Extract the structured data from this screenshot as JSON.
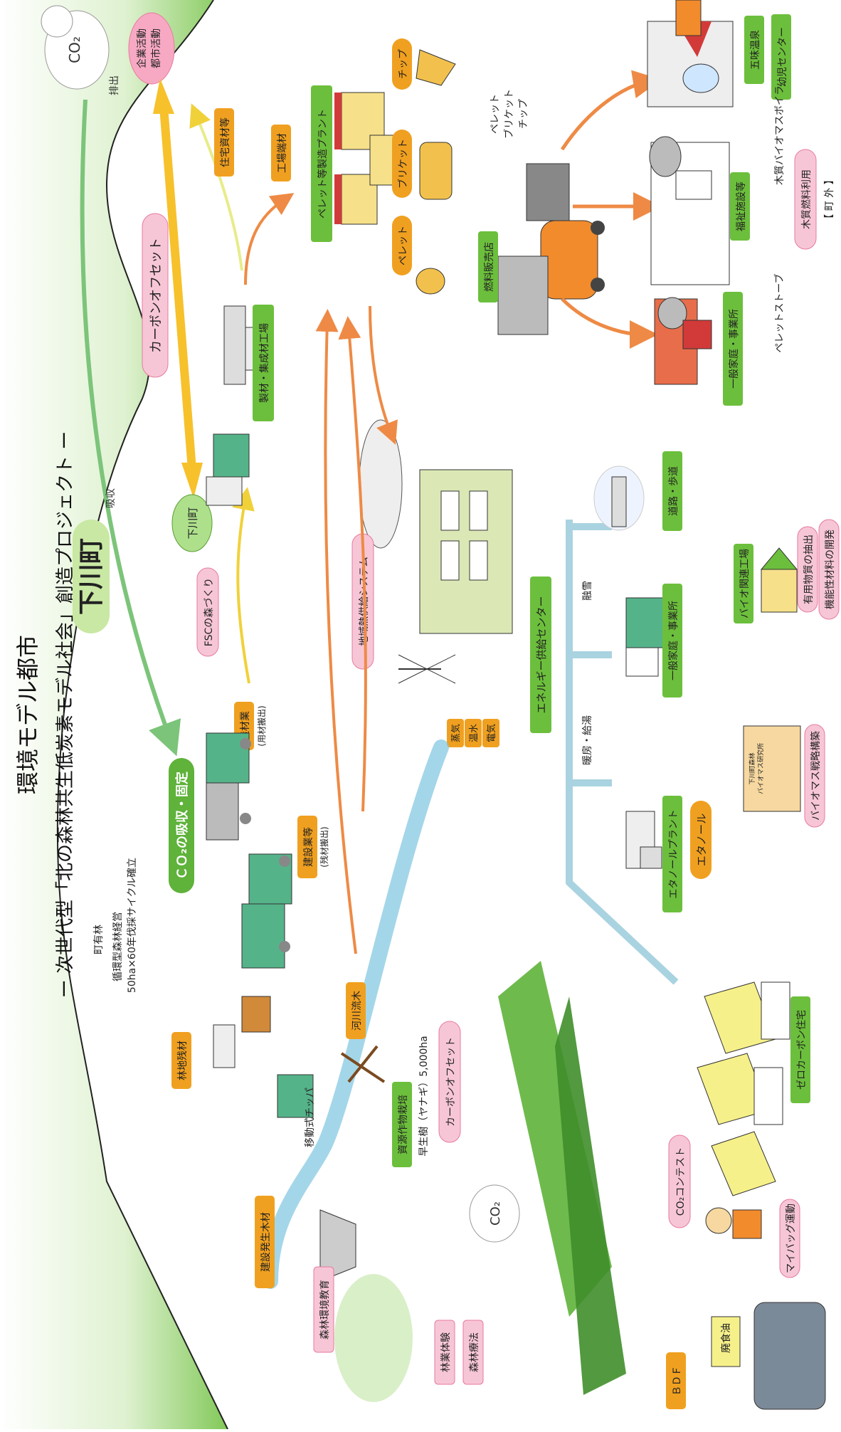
{
  "title": {
    "line1": "環境モデル都市",
    "line2": "ー 次世代型「北の森林共生低炭素モデル社会」創造プロジェクト ー",
    "town": "下川町"
  },
  "colors": {
    "hill": "#8ccf6a",
    "hill_light": "#e9f6df",
    "green_label": "#6cbf3c",
    "orange_label": "#f0a020",
    "pink_label": "#f7c6d6",
    "pink_border": "#e77aa0",
    "arrow_orange": "#ee8a45",
    "arrow_yellow": "#f6c12b",
    "pipe": "#a9d3e0"
  },
  "emission": {
    "co2": "CO₂",
    "emit": "排出",
    "source": [
      "企業活動",
      "都市活動"
    ]
  },
  "absorption": {
    "label": "吸収",
    "co2_fix": "ＣＯ₂の吸収・固定",
    "town_node": "下川町"
  },
  "carbon_offset_top": "カーボンオフセット",
  "forest": {
    "title": "町有林",
    "line1": "循環型森林経営",
    "line2": "50ha×60年伐採サイクル確立",
    "fsc": "FSCの森づくり",
    "timber": "造材業",
    "timber_sub": "(用材搬出)",
    "construction": "建設業等",
    "construction_sub": "(残材搬出)"
  },
  "materials": {
    "housing": "住宅資材等",
    "sawmill": "製材・集成材工場",
    "factory_scrap": "工場端材",
    "forest_residue": "林地残材",
    "mobile_chipper": "移動式チッパ",
    "river_wood": "河川流木",
    "construction_waste": "建設発生木材"
  },
  "pellet": {
    "plant": "ペレット等製造プラント",
    "products": [
      "ペレット",
      "ブリケット",
      "チップ"
    ],
    "truck_text": [
      "ペレット",
      "ブリケット",
      "チップ"
    ],
    "shop": "燃料販売店"
  },
  "destinations": {
    "spa": "五味温泉",
    "kindergarten": "幼児センター",
    "welfare": "福祉施設等",
    "household": "一般家庭・事業所",
    "stove": "ペレットストーブ",
    "boiler": "木質バイオマスボイラ",
    "wood_fuel": "木質燃料利用",
    "outside": "【 町 外 】"
  },
  "energy": {
    "district_heating": "地域熱供給システム",
    "outputs": [
      "蒸気",
      "温水",
      "電気"
    ],
    "center": "エネルギー供給センター",
    "snow_melt": "融雪",
    "heating": "暖房・給湯",
    "household": "一般家庭・事業所",
    "road": "道路・歩道",
    "ethanol_plant": "エタノールプラント",
    "ethanol": "エタノール"
  },
  "bio": {
    "factory": "バイオ関連工場",
    "extract": "有用物質の抽出",
    "material": "機能性材料の開発",
    "strategy": "バイオマス戦略構築",
    "lab_sign": [
      "下川町森林",
      "バイオマス研究所"
    ]
  },
  "crops": {
    "label": "資源作物栽培",
    "willow": "早生樹（ヤナギ）5,000ha",
    "offset": "カーボンオフセット",
    "co2": "CO₂"
  },
  "community": {
    "env_edu": "森林環境教育",
    "forestry_exp": "林業体験",
    "therapy": "森林療法",
    "bdf": "ＢＤＦ",
    "oil": "廃食油",
    "bag": "マイバッグ運動",
    "contest": "CO₂コンテスト",
    "zero_house": "ゼロカーボン住宅"
  }
}
